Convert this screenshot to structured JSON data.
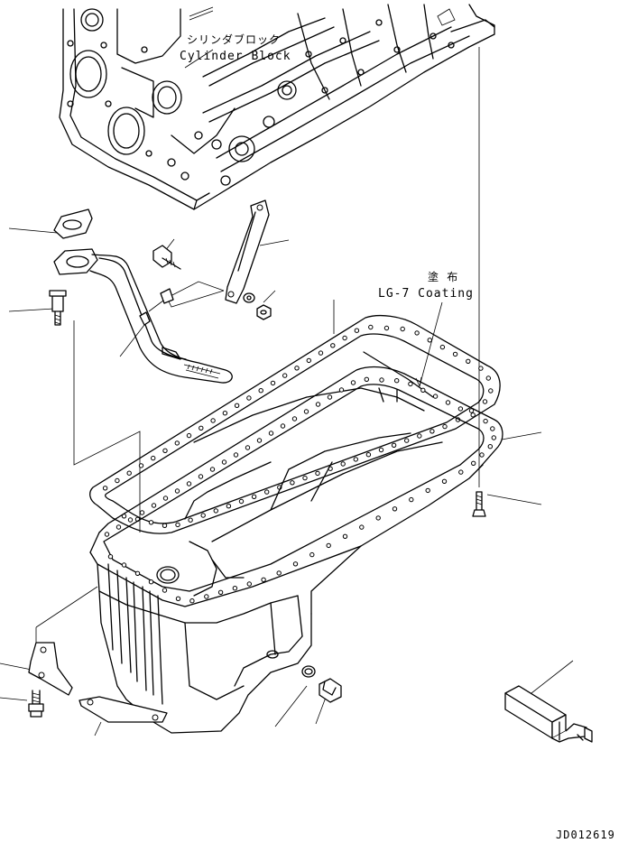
{
  "labels": {
    "cylinder_block_jp": "シリンダブロック",
    "cylinder_block_en": "Cylinder Block",
    "coating_jp": "塗 布",
    "coating_en": "LG-7 Coating",
    "drawing_id": "JD012619"
  }
}
